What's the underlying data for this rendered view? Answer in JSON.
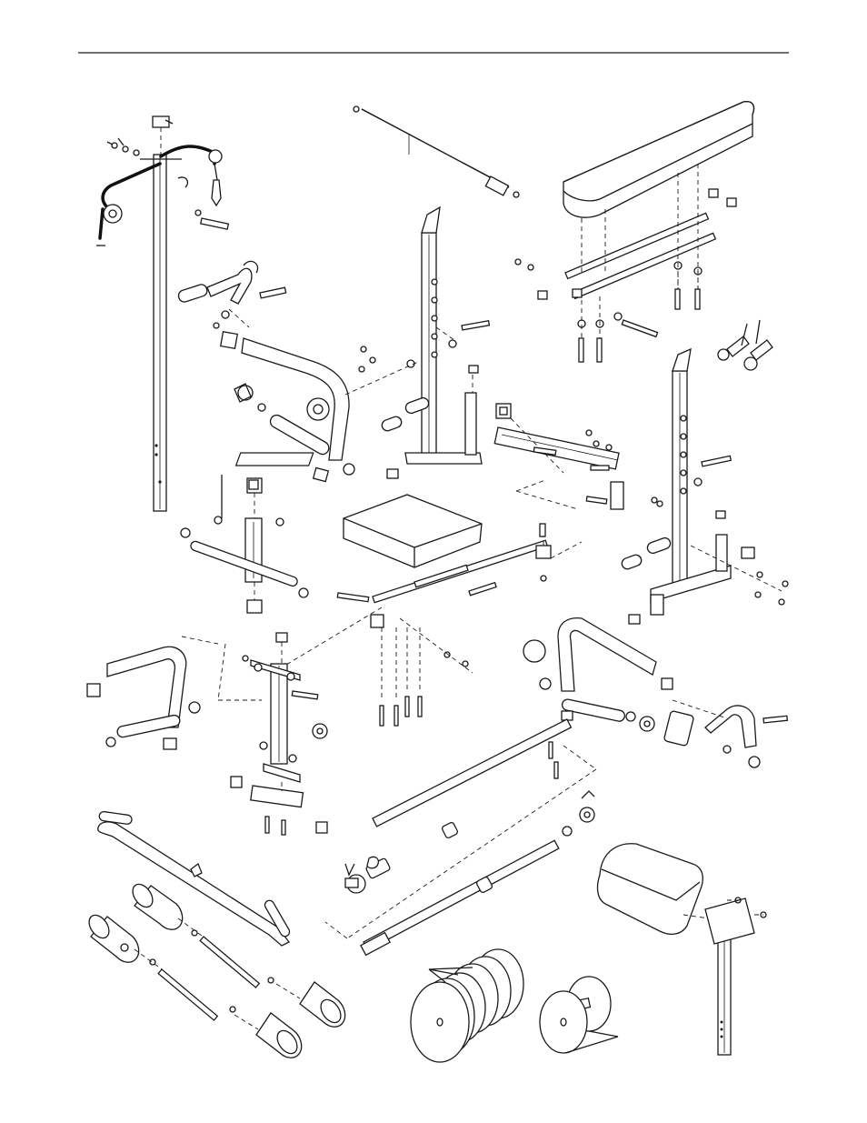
{
  "page": {
    "background": "#ffffff",
    "ink": "#1a1a1a"
  },
  "diagram": {
    "kind": "exploded-parts-view",
    "labels_visible": false,
    "parts": [
      "header-rule",
      "lat-tower",
      "cable-pulley",
      "lat-handle",
      "leg-lever-arm",
      "upright-left",
      "upright-right",
      "upright-crossbar",
      "backrest-pad",
      "seat-pad",
      "seat-frame",
      "front-leg-stand",
      "leg-base-bracket",
      "butterfly-arm-left",
      "butterfly-arm-right",
      "pulley-axle",
      "leg-curl-bar",
      "foam-rollers",
      "barbell",
      "dumbbell-handle",
      "weight-plates-large",
      "weight-plates-small",
      "preacher-pad",
      "preacher-post",
      "spring-collars"
    ]
  }
}
